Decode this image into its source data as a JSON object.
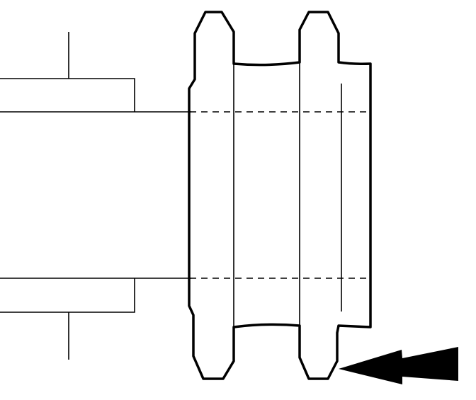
{
  "diagram": {
    "colors": {
      "line": "#000000",
      "background": "#ffffff"
    },
    "components": [
      "shaft",
      "hub-blocks",
      "double-sprocket",
      "direction-arrow"
    ],
    "arrow_direction": "left"
  }
}
